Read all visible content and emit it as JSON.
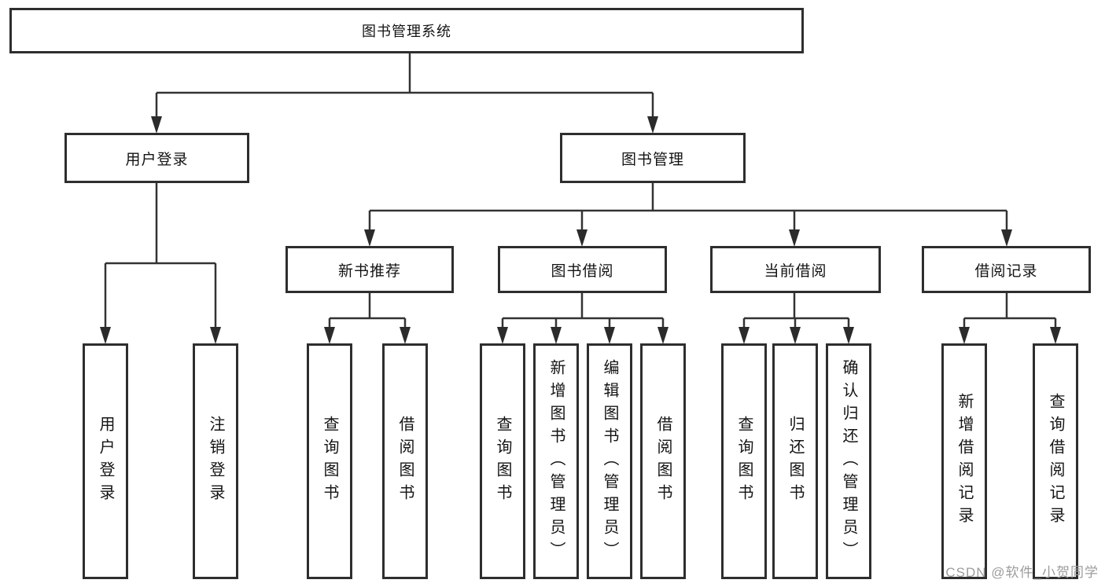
{
  "diagram": {
    "root": {
      "label": "图书管理系统"
    },
    "branches": [
      {
        "label": "用户登录",
        "children": [
          {
            "label": "用户登录"
          },
          {
            "label": "注销登录"
          }
        ]
      },
      {
        "label": "图书管理",
        "children": [
          {
            "label": "新书推荐",
            "children": [
              {
                "label": "查询图书"
              },
              {
                "label": "借阅图书"
              }
            ]
          },
          {
            "label": "图书借阅",
            "children": [
              {
                "label": "查询图书"
              },
              {
                "label": "新增图书（管理员）"
              },
              {
                "label": "编辑图书（管理员）"
              },
              {
                "label": "借阅图书"
              }
            ]
          },
          {
            "label": "当前借阅",
            "children": [
              {
                "label": "查询图书"
              },
              {
                "label": "归还图书"
              },
              {
                "label": "确认归还（管理员）"
              }
            ]
          },
          {
            "label": "借阅记录",
            "children": [
              {
                "label": "新增借阅记录"
              },
              {
                "label": "查询借阅记录"
              }
            ]
          }
        ]
      }
    ]
  },
  "watermark": {
    "text": "CSDN @软件_小贺同学"
  },
  "colors": {
    "line": "#333333",
    "border": "#2e2e2e",
    "text": "#141414",
    "background": "#ffffff",
    "watermark": "#9c9c9c"
  }
}
